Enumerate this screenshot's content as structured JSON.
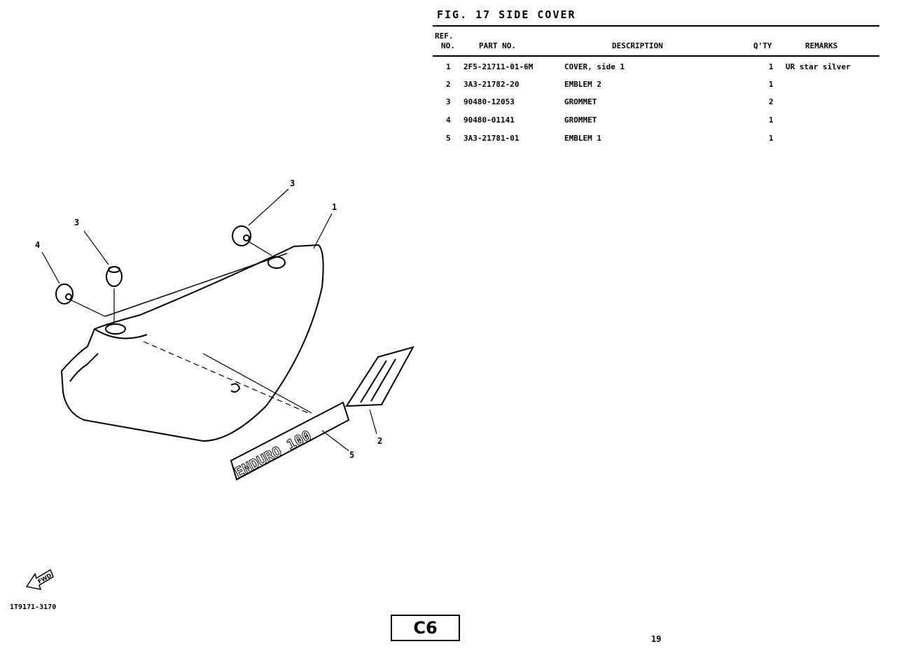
{
  "figure": {
    "title": "FIG. 17  SIDE COVER"
  },
  "table": {
    "headers": {
      "ref_top": "REF.",
      "ref_bottom": "NO.",
      "part_no": "PART NO.",
      "description": "DESCRIPTION",
      "qty": "Q'TY",
      "remarks": "REMARKS"
    },
    "rows": [
      {
        "ref": "1",
        "part_no": "2F5-21711-01-6M",
        "description": "COVER, side 1",
        "qty": "1",
        "remarks": "UR star silver"
      },
      {
        "ref": "2",
        "part_no": "3A3-21782-20",
        "description": "EMBLEM 2",
        "qty": "1",
        "remarks": ""
      },
      {
        "ref": "3",
        "part_no": "90480-12053",
        "description": "GROMMET",
        "qty": "2",
        "remarks": ""
      },
      {
        "ref": "4",
        "part_no": "90480-01141",
        "description": "GROMMET",
        "qty": "1",
        "remarks": ""
      },
      {
        "ref": "5",
        "part_no": "3A3-21781-01",
        "description": "EMBLEM 1",
        "qty": "1",
        "remarks": ""
      }
    ]
  },
  "diagram": {
    "callouts": [
      "3",
      "1",
      "3",
      "4",
      "2",
      "5"
    ],
    "emblem_text": "ENDURO 100",
    "fwd_label": "FWD",
    "drawing_code": "1T9171-3170"
  },
  "footer": {
    "section": "C6",
    "page": "19"
  }
}
